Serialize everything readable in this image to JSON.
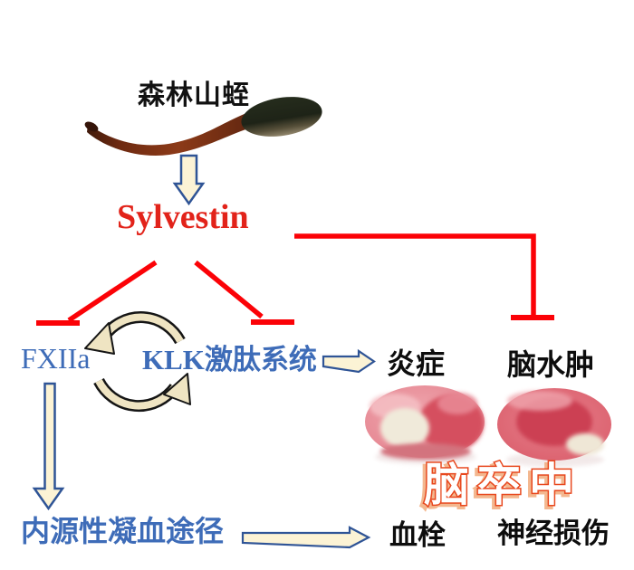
{
  "figure": {
    "kind": "mechanism-diagram",
    "background": "#ffffff"
  },
  "palette": {
    "inhibit_line_red": "#FB0207",
    "sylvestin_red": "#E2231A",
    "pathway_blue_text": "#3E6CB8",
    "black_text": "#0d0d0d",
    "block_arrow_fill": "#FCF3D5",
    "block_arrow_outline": "#2F5496",
    "cycle_arrow_fill": "#EFE4C2",
    "cycle_arrow_outline": "#151515",
    "stroke_label_fill": "#FFFFFF",
    "stroke_label_outline": "#E8481E"
  },
  "nodes": {
    "source": {
      "label": "森林山蛭"
    },
    "compound": {
      "label": "Sylvestin"
    },
    "fxiia": {
      "label": "FXIIa"
    },
    "klk": {
      "label": "KLK激肽系统"
    },
    "intrinsic_pathway": {
      "label": "内源性凝血途径"
    },
    "inflammation": {
      "label": "炎症"
    },
    "brain_edema": {
      "label": "脑水肿"
    },
    "thrombus": {
      "label": "血栓"
    },
    "nerve_injury": {
      "label": "神经损伤"
    },
    "stroke": {
      "label": "脑卒中"
    }
  },
  "edges": [
    {
      "from": "source",
      "to": "compound",
      "type": "arrow"
    },
    {
      "from": "compound",
      "to": "fxiia",
      "type": "inhibit"
    },
    {
      "from": "compound",
      "to": "klk",
      "type": "inhibit"
    },
    {
      "from": "compound",
      "to": "brain_edema",
      "type": "inhibit"
    },
    {
      "from": "fxiia",
      "to": "klk",
      "type": "mutual-activation-cycle"
    },
    {
      "from": "fxiia",
      "to": "intrinsic_pathway",
      "type": "arrow"
    },
    {
      "from": "klk",
      "to": "inflammation",
      "type": "arrow"
    },
    {
      "from": "intrinsic_pathway",
      "to": "thrombus",
      "type": "arrow"
    }
  ],
  "images": [
    {
      "name": "leech-photo",
      "description": "森林山蛭"
    },
    {
      "name": "brain-slices-photo",
      "description": "脑卒中"
    }
  ]
}
